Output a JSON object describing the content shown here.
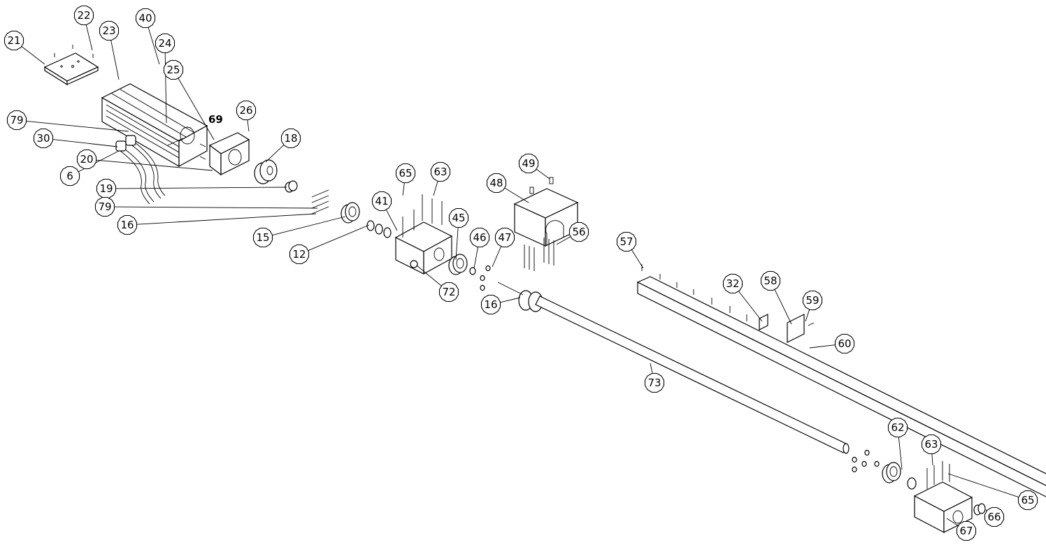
{
  "drawing": {
    "callouts": [
      "21",
      "22",
      "23",
      "40",
      "24",
      "25",
      "26",
      "18",
      "79",
      "30",
      "20",
      "6",
      "19",
      "79",
      "16",
      "15",
      "12",
      "41",
      "65",
      "63",
      "45",
      "48",
      "49",
      "46",
      "47",
      "56",
      "72",
      "16",
      "57",
      "32",
      "58",
      "59",
      "60",
      "73",
      "62",
      "63",
      "65",
      "66",
      "67"
    ],
    "plain_label": "69"
  }
}
